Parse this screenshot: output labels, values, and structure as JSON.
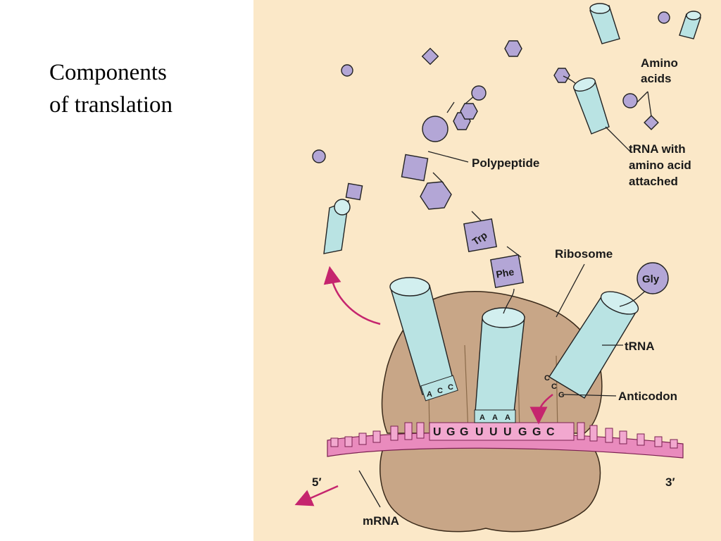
{
  "slide": {
    "title_line1": "Components",
    "title_line2": "of translation"
  },
  "diagram": {
    "labels": {
      "amino_acids_line1": "Amino",
      "amino_acids_line2": "acids",
      "trna_with_aa_line1": "tRNA with",
      "trna_with_aa_line2": "amino acid",
      "trna_with_aa_line3": "attached",
      "polypeptide": "Polypeptide",
      "ribosome": "Ribosome",
      "trna": "tRNA",
      "anticodon": "Anticodon",
      "mrna": "mRNA",
      "five_prime": "5′",
      "three_prime": "3′"
    },
    "residues": {
      "trp": "Trp",
      "phe": "Phe",
      "gly": "Gly"
    },
    "mrna_codons": [
      "U",
      "G",
      "G",
      "U",
      "U",
      "U",
      "G",
      "G",
      "C"
    ],
    "anticodons": {
      "left": [
        "A",
        "C",
        "C"
      ],
      "middle": [
        "A",
        "A",
        "A"
      ],
      "right": [
        "C",
        "C",
        "G"
      ]
    },
    "colors": {
      "background": "#fbe8c8",
      "ribosome": "#c8a687",
      "trna": "#b9e3e3",
      "amino_acid": "#b3a6d6",
      "mrna": "#e98bbd",
      "arrow": "#c5256e"
    }
  }
}
